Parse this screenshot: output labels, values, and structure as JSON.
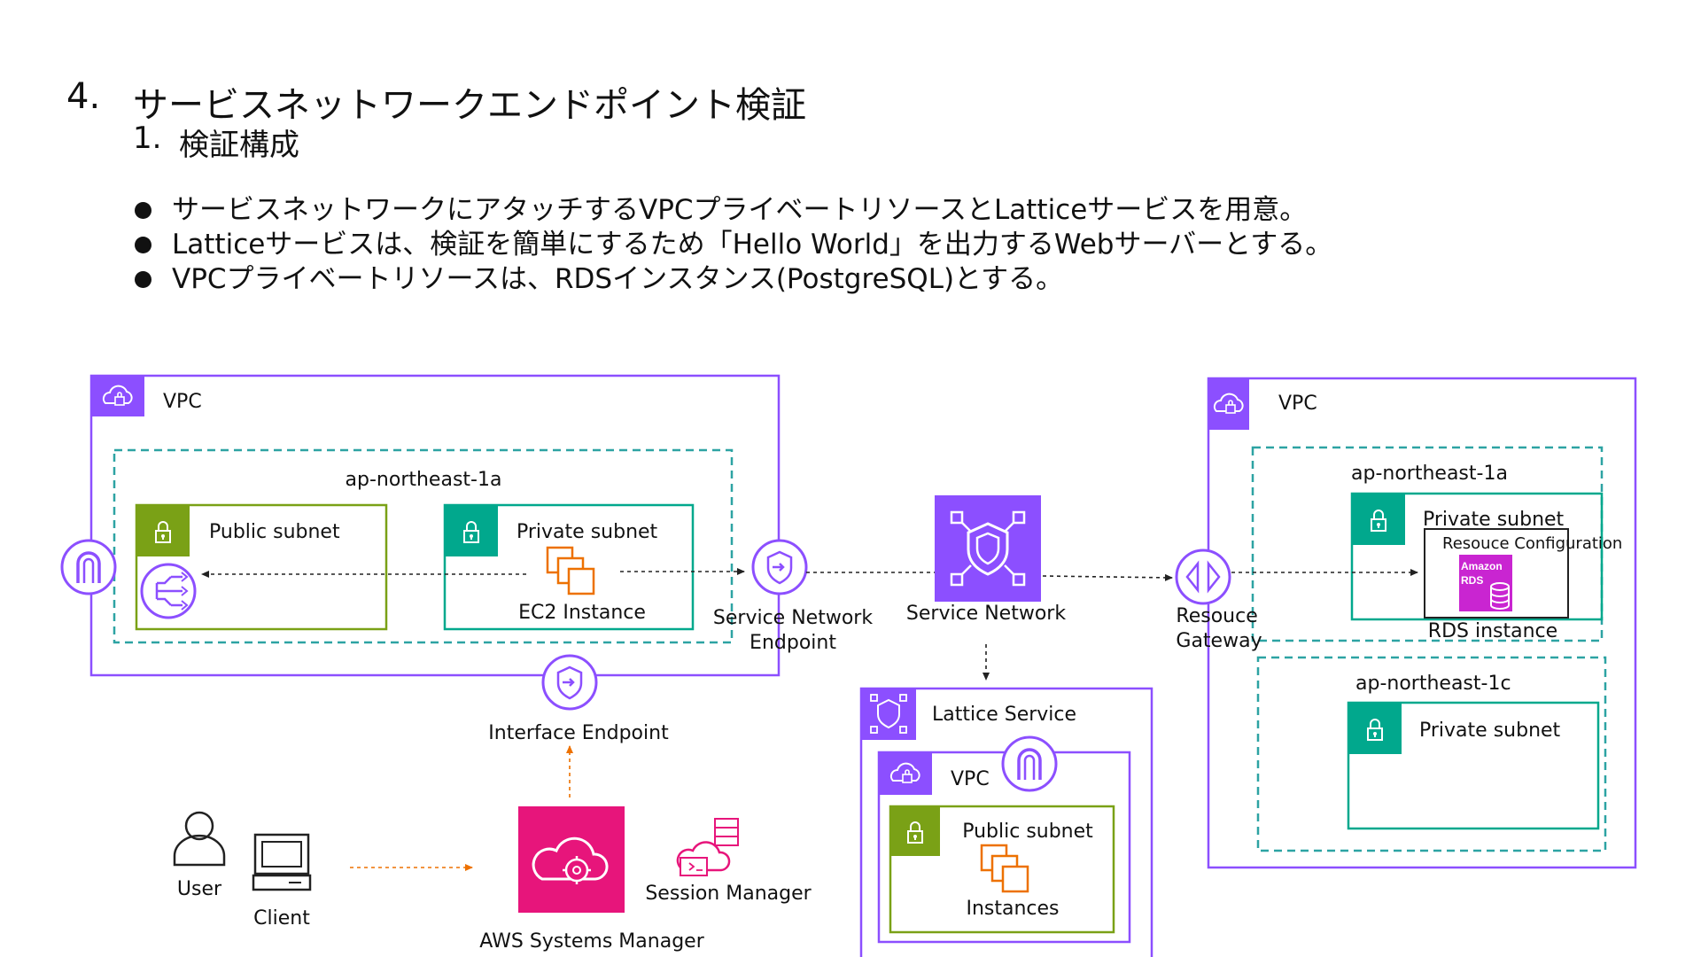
{
  "header": {
    "section_number": "4.",
    "section_title": "サービスネットワークエンドポイント検証",
    "subsection_number": "1.",
    "subsection_title": "検証構成"
  },
  "bullets": [
    "サービスネットワークにアタッチするVPCプライベートリソースとLatticeサービスを用意。",
    "Latticeサービスは、検証を簡単にするため「Hello World」を出力するWebサーバーとする。",
    "VPCプライベートリソースは、RDSインスタンス(PostgreSQL)とする。"
  ],
  "diagram": {
    "left_vpc": {
      "label": "VPC",
      "az_label": "ap-northeast-1a",
      "public_subnet_label": "Public subnet",
      "private_subnet_label": "Private subnet",
      "ec2_label": "EC2 Instance"
    },
    "service_network_endpoint_label": "Service Network\nEndpoint",
    "interface_endpoint_label": "Interface Endpoint",
    "service_network_label": "Service Network",
    "lattice_service": {
      "label": "Lattice Service",
      "vpc_label": "VPC",
      "public_subnet_label": "Public subnet",
      "instances_label": "Instances"
    },
    "resource_gateway_label": "Resouce\nGateway",
    "right_vpc": {
      "label": "VPC",
      "az1_label": "ap-northeast-1a",
      "private_subnet_label": "Private subnet",
      "resource_config_label": "Resouce Configuration",
      "rds_icon_text": [
        "Amazon",
        "RDS"
      ],
      "rds_label": "RDS instance",
      "az2_label": "ap-northeast-1c",
      "private_subnet2_label": "Private subnet"
    },
    "user_label": "User",
    "client_label": "Client",
    "ssm_label": "AWS Systems Manager",
    "session_manager_label": "Session Manager"
  },
  "colors": {
    "vpc_purple": "#8C4FFF",
    "az_teal": "#2DA3A3",
    "public_green": "#7AA116",
    "private_teal": "#01A88D",
    "service_network_fill": "#8C4FFF",
    "ssm_fill": "#E7157B",
    "ec2_orange": "#ED7100",
    "rds_fill": "#C925D1",
    "arrow_orange": "#ED7100",
    "arrow_black": "#222222"
  },
  "icons": [
    "vpc-cloud-icon",
    "lock-icon",
    "internet-gateway-icon",
    "nat-gateway-icon",
    "ec2-instances-icon",
    "endpoint-icon",
    "service-network-icon",
    "lattice-service-icon",
    "resource-gateway-icon",
    "rds-icon",
    "user-icon",
    "client-icon",
    "systems-manager-icon",
    "session-manager-icon"
  ]
}
